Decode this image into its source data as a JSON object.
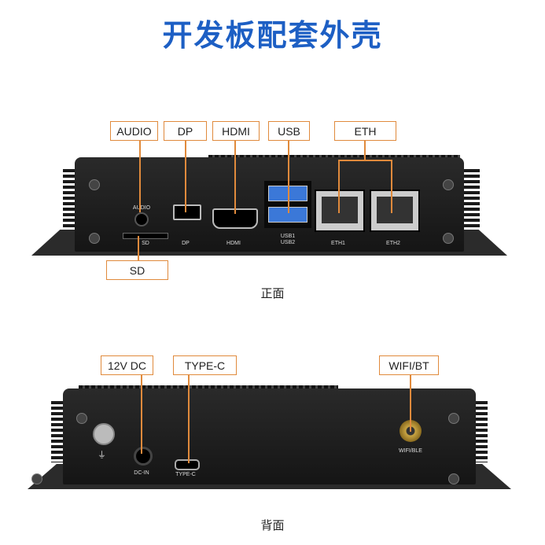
{
  "title": "开发板配套外壳",
  "front": {
    "caption": "正面",
    "callouts": {
      "audio": "AUDIO",
      "dp": "DP",
      "hdmi": "HDMI",
      "usb": "USB",
      "eth": "ETH",
      "sd": "SD"
    },
    "silk": {
      "audio": "AUDIO",
      "sd": "SD",
      "dp": "DP",
      "hdmi": "HDMI",
      "usb1": "USB1",
      "usb2": "USB2",
      "eth1": "ETH1",
      "eth2": "ETH2"
    }
  },
  "back": {
    "caption": "背面",
    "callouts": {
      "dc": "12V DC",
      "typec": "TYPE-C",
      "wifi": "WIFI/BT"
    },
    "silk": {
      "dc": "DC-IN",
      "typec": "TYPE-C",
      "wifi": "WIFI/BLE"
    }
  },
  "colors": {
    "accent": "#e08a3c",
    "title": "#1d5fc4"
  }
}
